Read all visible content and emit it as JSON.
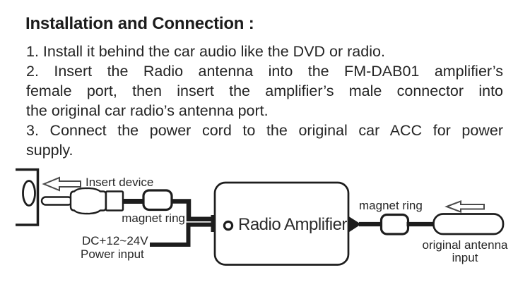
{
  "title": "Installation and Connection :",
  "instructions": {
    "lines": [
      "1. Install it behind the car audio like the DVD or radio.",
      "2. Insert the Radio antenna into the FM-DAB01 amplifier’s",
      "female port, then insert the amplifier’s male connector into",
      "the original car radio’s antenna port.",
      "3. Connect the power cord to the original car ACC for power",
      "supply."
    ]
  },
  "diagram": {
    "insert_device_label": "Insert device",
    "magnet_ring_left_label": "magnet ring",
    "magnet_ring_right_label": "magnet ring",
    "power_label_voltage": "DC+12~24V",
    "power_label_name": "Power input",
    "amplifier_label": "Radio Amplifier",
    "original_antenna_label_line1": "original antenna",
    "original_antenna_label_line2": "input",
    "colors": {
      "line": "#1d1d1d",
      "arrow_outline": "#4a4a4a",
      "text": "#242424",
      "background": "#ffffff"
    }
  }
}
